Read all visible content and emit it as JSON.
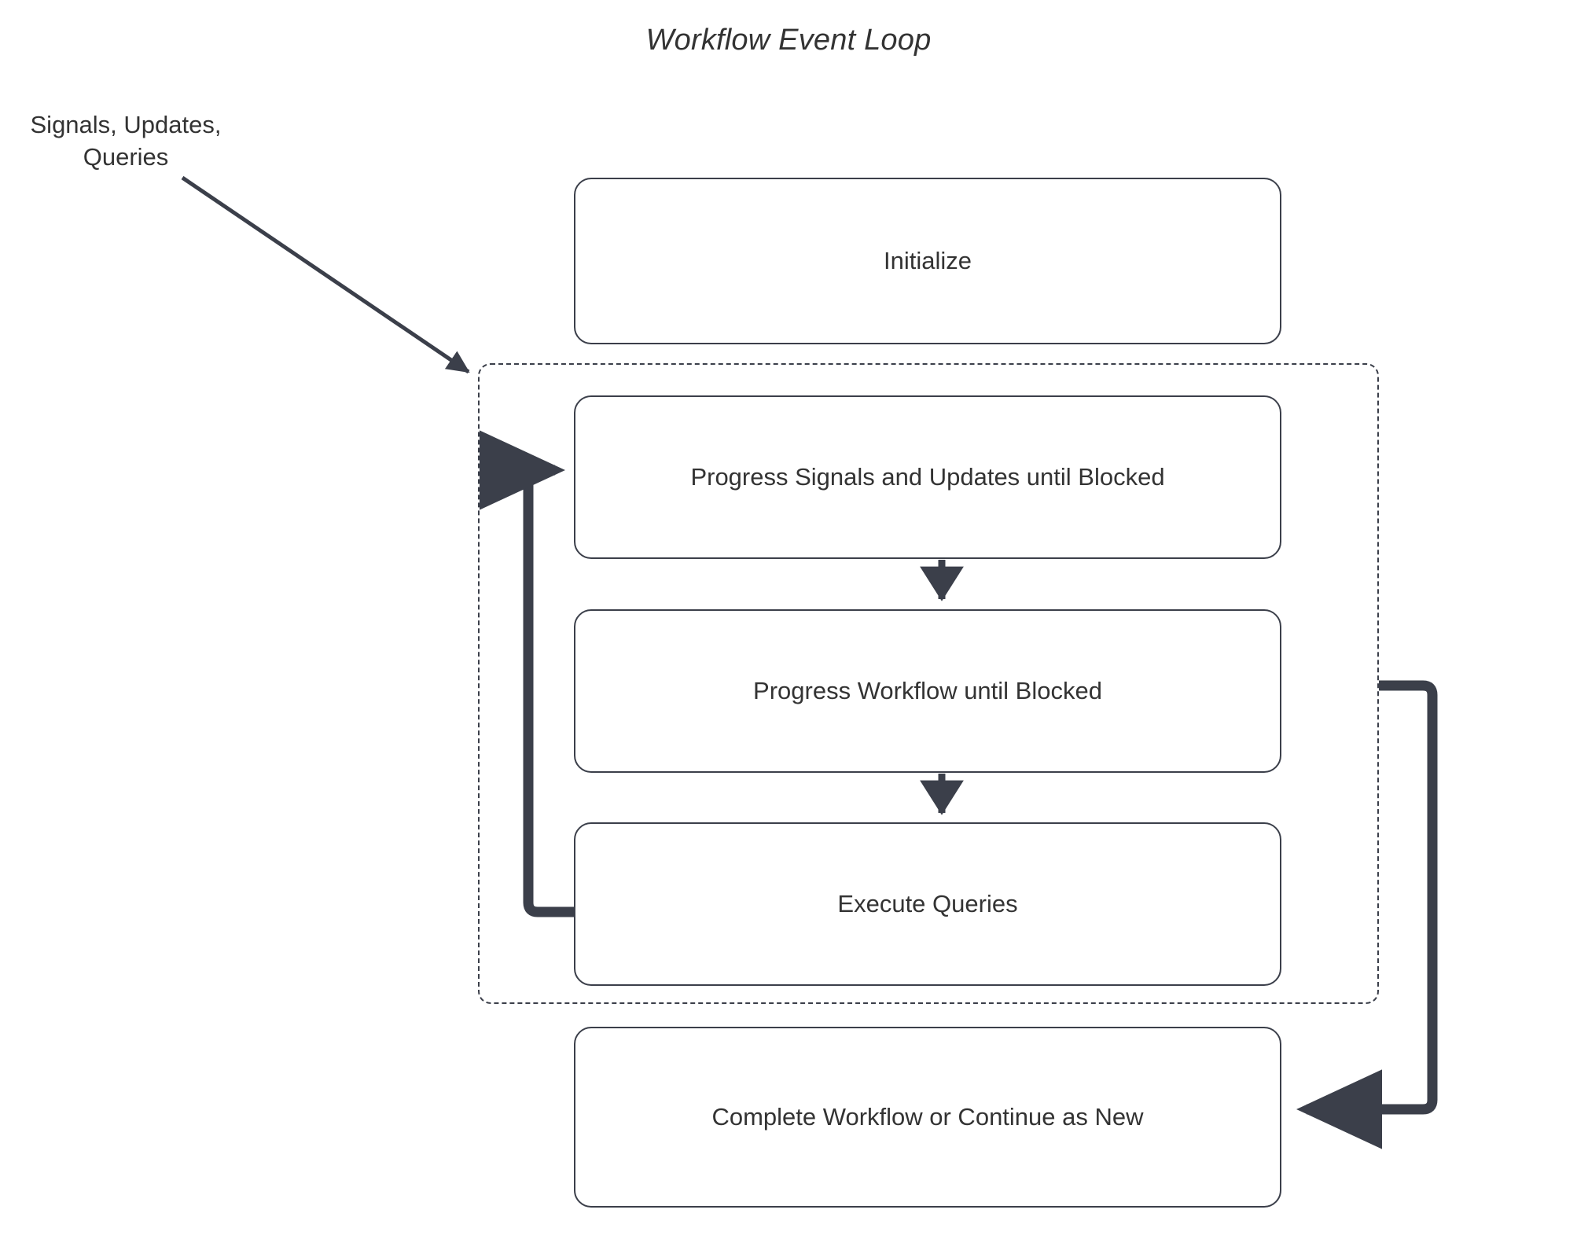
{
  "diagram": {
    "title": "Workflow Event Loop",
    "external_input_label": "Signals, Updates,\nQueries",
    "accent_color": "#3b3f4a",
    "text_color": "#333333",
    "background_color": "#ffffff",
    "nodes": [
      {
        "id": "initialize",
        "label": "Initialize",
        "shape": "rounded-rect",
        "inside_loop": false
      },
      {
        "id": "progress-signals",
        "label": "Progress Signals and Updates until Blocked",
        "shape": "rounded-rect",
        "inside_loop": true
      },
      {
        "id": "progress-workflow",
        "label": "Progress Workflow until Blocked",
        "shape": "rounded-rect",
        "inside_loop": true
      },
      {
        "id": "execute-queries",
        "label": "Execute Queries",
        "shape": "rounded-rect",
        "inside_loop": true
      },
      {
        "id": "complete-workflow",
        "label": "Complete Workflow or Continue as New",
        "shape": "rounded-rect",
        "inside_loop": false
      }
    ],
    "loop_container": {
      "id": "event-loop-group",
      "style": "dashed",
      "label": ""
    },
    "edges": [
      {
        "id": "external-to-loop",
        "from": "Signals, Updates, Queries",
        "to": "event-loop-group",
        "style": "diagonal-arrow"
      },
      {
        "id": "signals-to-workflow",
        "from": "progress-signals",
        "to": "progress-workflow",
        "style": "vertical-arrow"
      },
      {
        "id": "workflow-to-queries",
        "from": "progress-workflow",
        "to": "execute-queries",
        "style": "vertical-arrow"
      },
      {
        "id": "queries-back-to-signals",
        "from": "execute-queries",
        "to": "progress-signals",
        "style": "left-feedback-loop"
      },
      {
        "id": "loop-to-complete",
        "from": "event-loop-group",
        "to": "complete-workflow",
        "style": "right-exit-loop"
      }
    ]
  }
}
